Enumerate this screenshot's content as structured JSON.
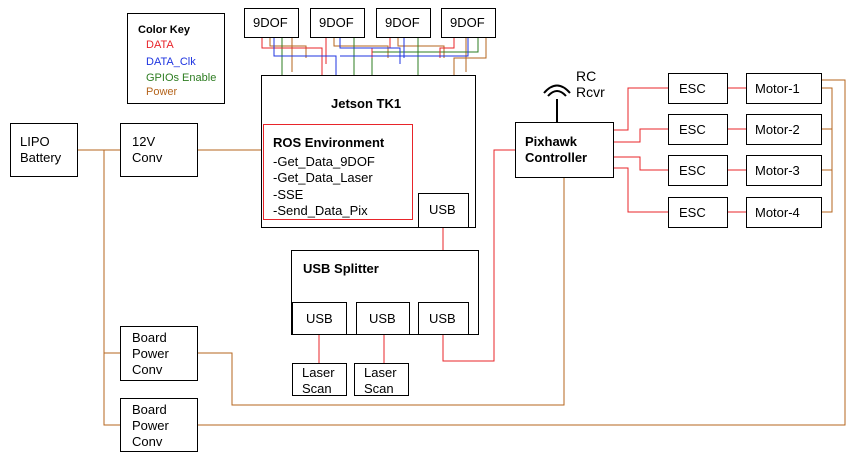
{
  "color_key": {
    "title": "Color Key",
    "items": [
      {
        "label": "DATA",
        "color": "#e8242a"
      },
      {
        "label": "DATA_Clk",
        "color": "#1f35e0"
      },
      {
        "label": "GPIOs Enable",
        "color": "#2e7d22"
      },
      {
        "label": "Power",
        "color": "#b5651d"
      }
    ]
  },
  "sensors": [
    "9DOF",
    "9DOF",
    "9DOF",
    "9DOF"
  ],
  "jetson": {
    "title": "Jetson TK1",
    "ros_title": "ROS Environment",
    "ros_items": [
      "-Get_Data_9DOF",
      "-Get_Data_Laser",
      "-SSE",
      "-Send_Data_Pix"
    ],
    "usb_label": "USB"
  },
  "usb_splitter": {
    "title": "USB Splitter",
    "ports": [
      "USB",
      "USB",
      "USB"
    ]
  },
  "laser_scans": [
    "Laser\nScan",
    "Laser\nScan"
  ],
  "lipo": "LIPO\nBattery",
  "conv12v": "12V\nConv",
  "board_power": [
    "Board\nPower\nConv",
    "Board\nPower\nConv"
  ],
  "pixhawk": "Pixhawk\nController",
  "rc": "RC\nRcvr",
  "escs": [
    "ESC",
    "ESC",
    "ESC",
    "ESC"
  ],
  "motors": [
    "Motor-1",
    "Motor-2",
    "Motor-3",
    "Motor-4"
  ],
  "wire_colors": {
    "data": "#e8242a",
    "clk": "#1f35e0",
    "gpio": "#2e7d22",
    "power": "#b5651d"
  }
}
